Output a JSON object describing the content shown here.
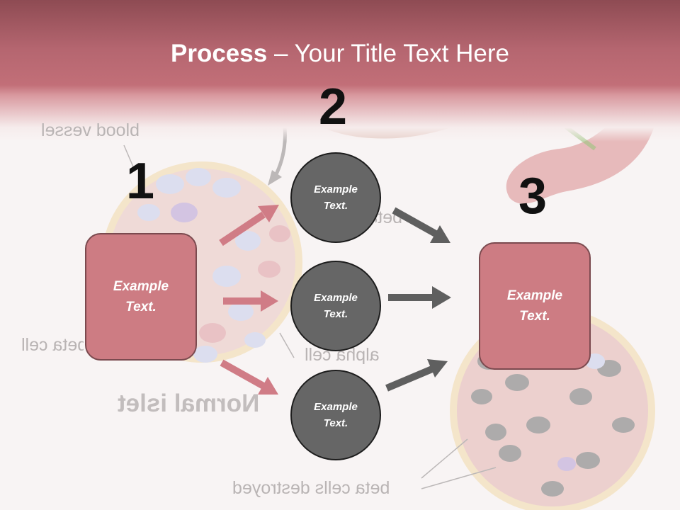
{
  "title": {
    "bold": "Process",
    "dash": " – ",
    "rest": "Your Title Text Here"
  },
  "steps": {
    "one": "1",
    "two": "2",
    "three": "3"
  },
  "boxes": {
    "left": "Example\nText.",
    "right": "Example\nText."
  },
  "circles": [
    "Example\nText.",
    "Example\nText.",
    "Example\nText."
  ],
  "background_labels": {
    "blood_vessel": "blood vessel",
    "beta_cell": "beta cell",
    "alpha_cell": "alpha cell",
    "normal_islet": "Normal islet",
    "beta_cells_destroyed": "beta cells destroyed",
    "beta_partial": "beta"
  },
  "colors": {
    "banner": "#c26f78",
    "box_fill": "#cd7c83",
    "circle_fill": "#666666",
    "arrow_pink": "#d07c86",
    "arrow_gray": "#5f5f5f"
  }
}
